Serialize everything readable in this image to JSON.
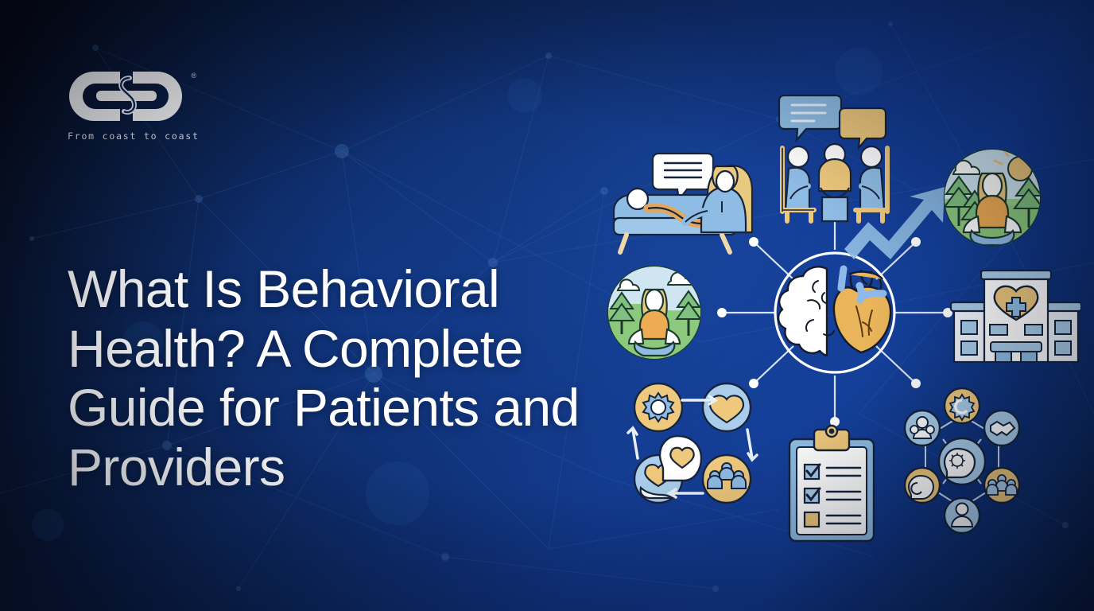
{
  "page": {
    "title": "What Is Behavioral Health? A Complete Guide for Patients and Providers",
    "background_style": "dark-navy-gradient-with-network-nodes"
  },
  "brand": {
    "logo_mark": "cd-chainlink-logo",
    "logo_text": "C&D",
    "registered_mark": "®",
    "tagline": "From coast to coast"
  },
  "headline": {
    "text": "What Is Behavioral Health? A Complete Guide for Patients and Providers",
    "color": "#ffffff"
  },
  "illustration": {
    "center": {
      "name": "brain-heart-hub",
      "label": "Brain and Heart",
      "brain_color": "#ffffff",
      "heart_color": "#e9b45a",
      "ring_color": "#ffffff"
    },
    "nodes": [
      {
        "name": "therapy-session-icon",
        "label": "Therapy Session"
      },
      {
        "name": "group-therapy-icon",
        "label": "Group Therapy"
      },
      {
        "name": "growth-arrow-icon",
        "label": "Growth Arrow"
      },
      {
        "name": "outdoor-meditation-sun-icon",
        "label": "Outdoor Meditation"
      },
      {
        "name": "outdoor-meditation-icon",
        "label": "Mindfulness Outdoors"
      },
      {
        "name": "hospital-icon",
        "label": "Behavioral Health Facility"
      },
      {
        "name": "care-cycle-icon",
        "label": "Care Cycle"
      },
      {
        "name": "checklist-clipboard-icon",
        "label": "Assessment Checklist"
      },
      {
        "name": "support-network-icon",
        "label": "Support Network"
      }
    ],
    "palette": {
      "accent_blue": "#7fb3e6",
      "light_blue": "#bcd9f2",
      "gold": "#efc06a",
      "pale_gold": "#f6d79a",
      "green": "#7fc07f",
      "sky": "#bfe0f0",
      "outline": "#13233f",
      "white": "#ffffff"
    }
  }
}
